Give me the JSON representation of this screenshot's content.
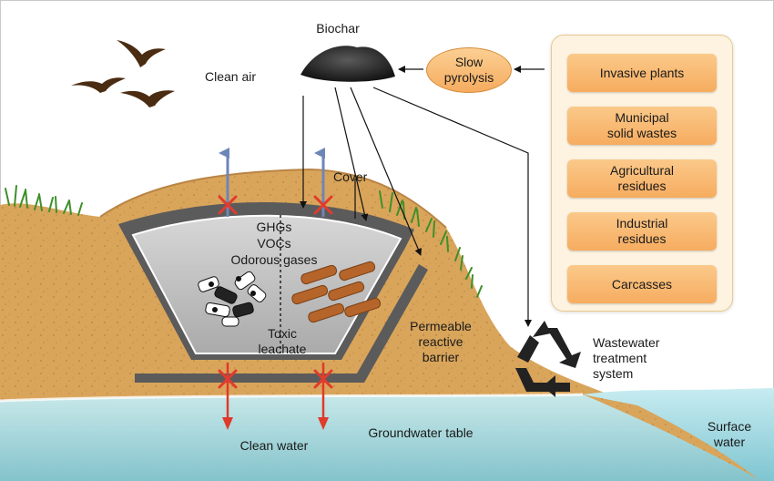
{
  "labels": {
    "biochar": "Biochar",
    "slow_pyrolysis": "Slow\npyrolysis",
    "clean_air": "Clean air",
    "cover": "Cover",
    "gases": "GHGs\nVOCs\nOdorous gases",
    "toxic_leachate": "Toxic\nleachate",
    "permeable_reactive_barrier": "Permeable\nreactive\nbarrier",
    "wastewater_treatment_system": "Wastewater\ntreatment\nsystem",
    "groundwater_table": "Groundwater table",
    "clean_water": "Clean water",
    "surface_water": "Surface\nwater"
  },
  "sources": [
    "Invasive plants",
    "Municipal\nsolid wastes",
    "Agricultural\nresidues",
    "Industrial\nresidues",
    "Carcasses"
  ],
  "colors": {
    "soil": "#d9a55b",
    "landfill_cell": "#c6c6c6",
    "liner": "#5b5b5b",
    "groundwater": "#9ed6df",
    "source_box": "#f8b870",
    "gas_arrow": "#6d86b8",
    "water_arrow": "#e03a2b",
    "block_mark": "#e23b2e"
  }
}
